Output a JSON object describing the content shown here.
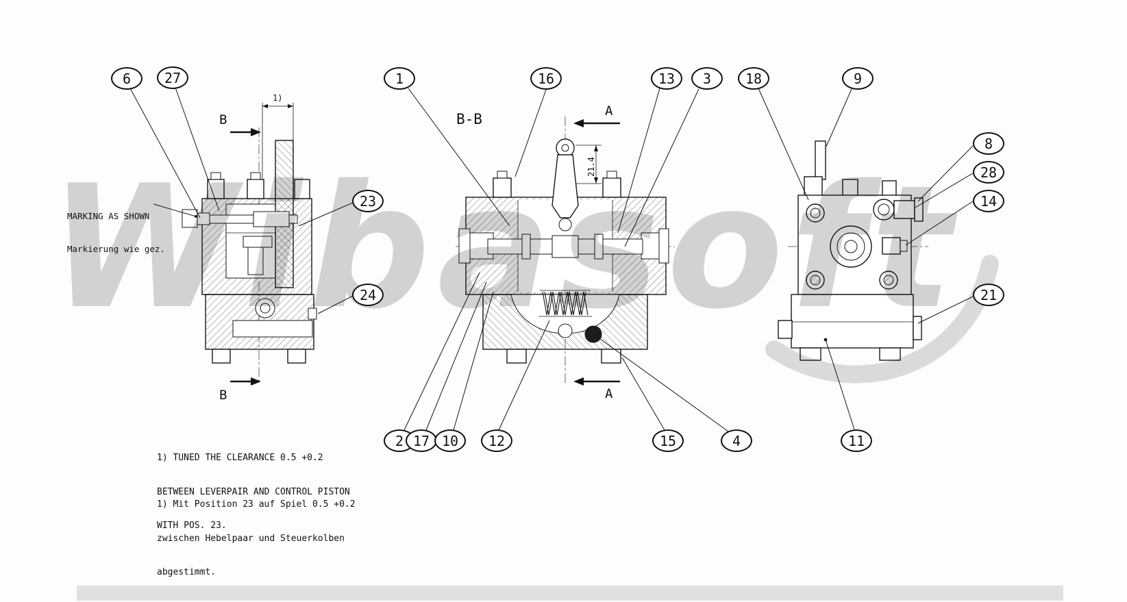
{
  "watermark": "Wibasoft",
  "labels": {
    "section_bb": "B-B",
    "b_top": "B",
    "b_bottom": "B",
    "a_top": "A",
    "a_bottom": "A",
    "dim_21_4": "21.4",
    "dim_ref": "1)"
  },
  "marking_note": {
    "en": "MARKING AS SHOWN",
    "de": "Markierung wie gez."
  },
  "notes": {
    "en": [
      "1) TUNED THE CLEARANCE 0.5 +0.2",
      "BETWEEN LEVERPAIR AND CONTROL PISTON",
      "WITH POS. 23."
    ],
    "de": [
      "1) Mit Position 23 auf Spiel 0.5 +0.2",
      "zwischen Hebelpaar und Steuerkolben",
      "abgestimmt."
    ]
  },
  "balloons": [
    {
      "label": "6"
    },
    {
      "label": "27"
    },
    {
      "label": "23"
    },
    {
      "label": "24"
    },
    {
      "label": "1"
    },
    {
      "label": "16"
    },
    {
      "label": "13"
    },
    {
      "label": "3"
    },
    {
      "label": "2"
    },
    {
      "label": "17"
    },
    {
      "label": "10"
    },
    {
      "label": "12"
    },
    {
      "label": "15"
    },
    {
      "label": "4"
    },
    {
      "label": "18"
    },
    {
      "label": "9"
    },
    {
      "label": "8"
    },
    {
      "label": "28"
    },
    {
      "label": "14"
    },
    {
      "label": "21"
    },
    {
      "label": "11"
    }
  ]
}
